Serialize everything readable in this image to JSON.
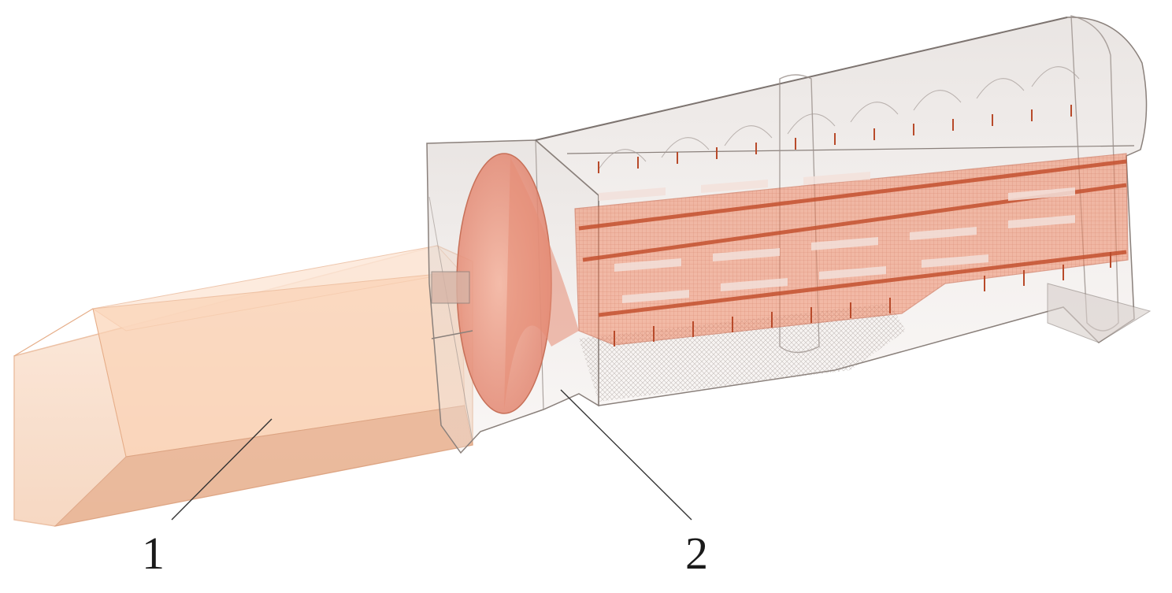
{
  "callouts": [
    {
      "id": "1",
      "label": "1"
    },
    {
      "id": "2",
      "label": "2"
    }
  ],
  "colors": {
    "feed_chute_fill": "#f7c8a4",
    "feed_chute_edge": "#e8b08a",
    "housing_fill": "#cfc6c2",
    "housing_edge": "#8f8580",
    "cone_fill": "#e89a84",
    "rotor_fill": "#ee7a58",
    "rotor_dark": "#c95a3a",
    "grate_color": "#9c9494",
    "leader_line": "#333333",
    "label_color": "#1a1a1a"
  }
}
